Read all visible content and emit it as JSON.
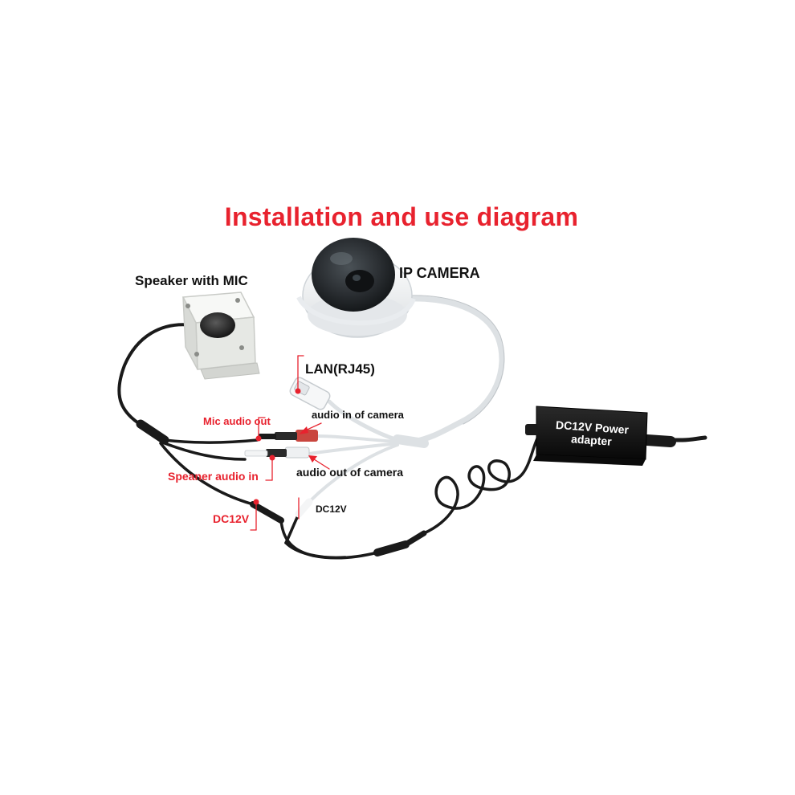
{
  "title": "Installation and use diagram",
  "labels": {
    "speaker_with_mic": "Speaker with MIC",
    "ip_camera": "IP CAMERA",
    "lan": "LAN(RJ45)",
    "audio_in_of_camera": "audio in of camera",
    "mic_audio_out": "Mic audio out",
    "audio_out_of_camera": "audio out of camera",
    "speaker_audio_in": "Speaner audio in",
    "dc12v_left": "DC12V",
    "dc12v_right": "DC12V"
  },
  "adapter": {
    "line1": "DC12V Power",
    "line2": "adapter"
  },
  "colors": {
    "title": "#e8222e",
    "callout": "#e8222e",
    "label": "#111111",
    "cable_black": "#1a1a1a",
    "cable_white": "#e9ecef",
    "camera_housing": "#f2f4f6",
    "camera_dome": "#2b2f33",
    "speaker_body": "#f0f1ee",
    "adapter_body": "#141414"
  }
}
